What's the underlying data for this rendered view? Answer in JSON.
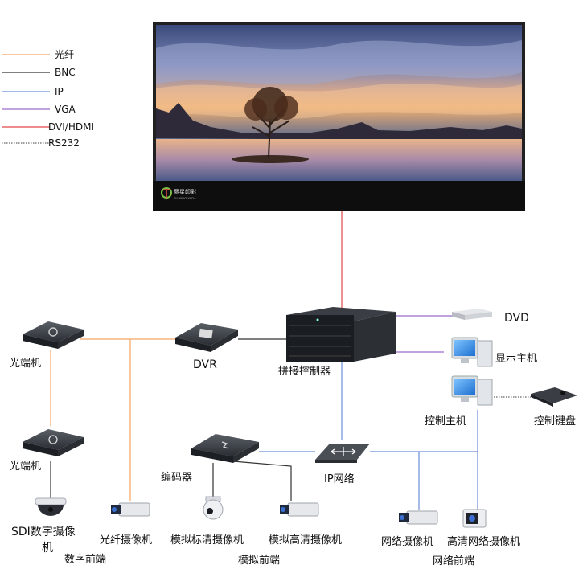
{
  "legend": [
    {
      "label": "光纤",
      "color": "#f4a460",
      "style": "solid"
    },
    {
      "label": "BNC",
      "color": "#333333",
      "style": "solid"
    },
    {
      "label": "IP",
      "color": "#6b8fd8",
      "style": "solid"
    },
    {
      "label": "VGA",
      "color": "#9b6bc8",
      "style": "solid"
    },
    {
      "label": "DVI/HDMI",
      "color": "#e04848",
      "style": "solid"
    },
    {
      "label": "RS232",
      "color": "#666666",
      "style": "dotted"
    }
  ],
  "display": {
    "brand": "丽星印彩",
    "brand_sub": "FU XING XI DA"
  },
  "devices": {
    "controller": "拼接控制器",
    "dvd": "DVD",
    "display_host": "显示主机",
    "control_host": "控制主机",
    "keyboard": "控制键盘",
    "dvr": "DVR",
    "optical_1": "光端机",
    "optical_2": "光端机",
    "encoder": "编码器",
    "ip_network": "IP网络",
    "sdi_camera_line1": "SDI数字摄像",
    "sdi_camera_line2": "机",
    "fiber_camera": "光纤摄像机",
    "analog_sd_camera": "模拟标清摄像机",
    "analog_hd_camera": "模拟高清摄像机",
    "network_camera": "网络摄像机",
    "hd_network_camera": "高清网络摄像机"
  },
  "groups": {
    "digital_front": "数字前端",
    "analog_front": "模拟前端",
    "network_front": "网络前端"
  }
}
